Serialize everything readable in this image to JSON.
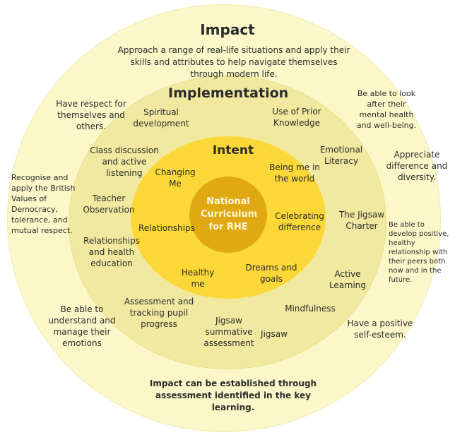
{
  "impact": {
    "title": "Impact",
    "subtitle": "Approach a range of real-life situations and apply their skills and attributes to help navigate themselves through modern life.",
    "items": [
      "Have respect for themselves and others.",
      "Be able to look after their mental health and well-being.",
      "Recognise and apply the British Values of Democracy, tolerance, and mutual respect.",
      "Appreciate difference and diversity.",
      "Be able to develop positive, healthy relationship with their peers both now and in the future.",
      "Be able to understand and manage their emotions",
      "Have a positive self-esteem."
    ],
    "footer": "Impact can be established through assessment identified in the key learning."
  },
  "implementation": {
    "title": "Implementation",
    "items": [
      "Spiritual development",
      "Use of Prior Knowledge",
      "Class discussion and active listening",
      "Emotional Literacy",
      "Teacher Observation",
      "The Jigsaw Charter",
      "Relationships and health education",
      "Active Learning",
      "Assessment and tracking pupil progress",
      "Mindfulness",
      "Jigsaw summative assessment",
      "Jigsaw"
    ]
  },
  "intent": {
    "title": "Intent",
    "items": [
      "Changing Me",
      "Being me in the world",
      "Relationships",
      "Celebrating difference",
      "Healthy me",
      "Dreams and goals"
    ]
  },
  "core": {
    "label": "National Curriculum for RHE"
  },
  "colors": {
    "impact_ring": "#fbf7c8",
    "implementation_ring": "#f2e9a0",
    "intent_ring": "#fbd838",
    "core": "#e0a813"
  }
}
